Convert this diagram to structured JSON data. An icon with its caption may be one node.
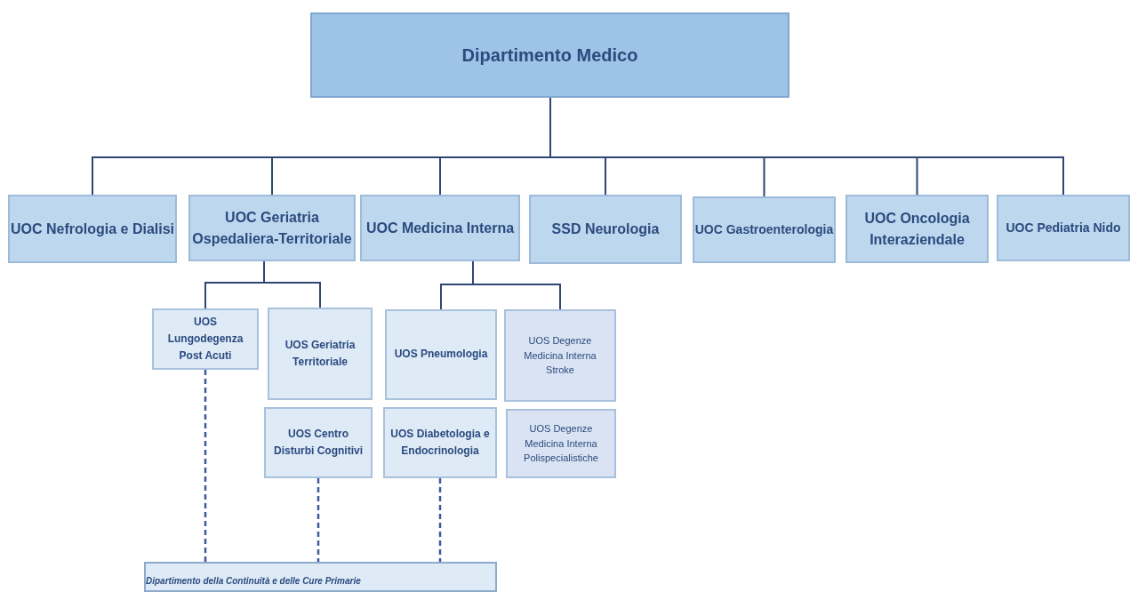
{
  "diagram": {
    "nodes": [
      {
        "text": [
          "Dipartimento Medico"
        ]
      },
      {
        "text": [
          "UOC Nefrologia e Dialisi"
        ]
      },
      {
        "text": [
          "UOC Geriatria Ospedaliera-Territoriale"
        ]
      },
      {
        "text": [
          "UOC Medicina Interna"
        ]
      },
      {
        "text": [
          "SSD Neurologia"
        ]
      },
      {
        "text": [
          "UOC Gastroenterologia"
        ]
      },
      {
        "text": [
          "UOC Oncologia Interaziendale"
        ]
      },
      {
        "text": [
          "UOC Pediatria Nido"
        ]
      },
      {
        "text": [
          "UOS Lungodegenza Post Acuti"
        ]
      },
      {
        "text": [
          "UOS Geriatria Territoriale"
        ]
      },
      {
        "text": [
          "UOS Centro Disturbi Cognitivi"
        ]
      },
      {
        "text": [
          "UOS Pneumologia"
        ]
      },
      {
        "text": [
          "UOS Degenze Medicina Interna Stroke"
        ]
      },
      {
        "text": [
          "UOS Diabetologia e Endocrinologia"
        ]
      },
      {
        "text": [
          "UOS Degenze Medicina Interna Polispecialistiche"
        ]
      },
      {
        "text": [
          "Dipartimento della Continuità e delle Cure Primarie"
        ]
      }
    ],
    "edges": [
      {
        "from": 0,
        "to": 1,
        "arrow": "none"
      },
      {
        "from": 0,
        "to": 2,
        "arrow": "none"
      },
      {
        "from": 0,
        "to": 3,
        "arrow": "none"
      },
      {
        "from": 0,
        "to": 4,
        "arrow": "none"
      },
      {
        "from": 0,
        "to": 5,
        "arrow": "none"
      },
      {
        "from": 0,
        "to": 6,
        "arrow": "none"
      },
      {
        "from": 0,
        "to": 7,
        "arrow": "none"
      },
      {
        "from": 2,
        "to": 8,
        "arrow": "none"
      },
      {
        "from": 2,
        "to": 9,
        "arrow": "none"
      },
      {
        "from": 3,
        "to": 11,
        "arrow": "none"
      },
      {
        "from": 3,
        "to": 12,
        "arrow": "none"
      },
      {
        "from": 8,
        "to": 15,
        "arrow": "none",
        "style": "dashed"
      },
      {
        "from": 10,
        "to": 15,
        "arrow": "none",
        "style": "dashed"
      },
      {
        "from": 13,
        "to": 15,
        "arrow": "none",
        "style": "dashed"
      }
    ]
  }
}
